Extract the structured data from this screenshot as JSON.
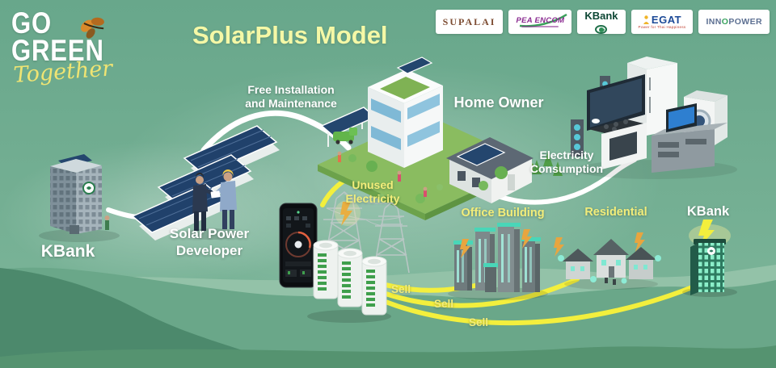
{
  "brand": {
    "line1": "GO",
    "line2": "GREEN",
    "line3": "Together"
  },
  "title": {
    "part1": "SolarPlus",
    "part2": "Model"
  },
  "partners": {
    "supalai": {
      "label": "SUPALAI"
    },
    "pea_encom": {
      "label": "PEA ENCOM"
    },
    "kbank": {
      "label": "KBank"
    },
    "egat": {
      "label": "EGAT",
      "tagline": "Power for Thai Happiness"
    },
    "innopower": {
      "pre": "INN",
      "accent": "O",
      "post": "POWER"
    }
  },
  "labels": {
    "free_installation": "Free Installation\nand Maintenance",
    "home_owner": "Home Owner",
    "electricity_consumption": "Electricity\nConsumption",
    "unused_electricity": "Unused\nElectricity",
    "office_building": "Office Building",
    "residential": "Residential",
    "kbank_right": "KBank",
    "kbank_left": "KBank",
    "solar_power_developer": "Solar Power\nDeveloper",
    "sell_1": "Sell",
    "sell_2": "Sell",
    "sell_3": "Sell"
  },
  "colors": {
    "background": "#6aa98d",
    "title_yellow": "#f5f8a6",
    "label_yellow": "#f2ed7a",
    "flow_yellow": "#f3ef3d",
    "flow_white": "#ffffff",
    "panel_navy": "#20416b",
    "bolt_orange": "#e8a53f"
  }
}
